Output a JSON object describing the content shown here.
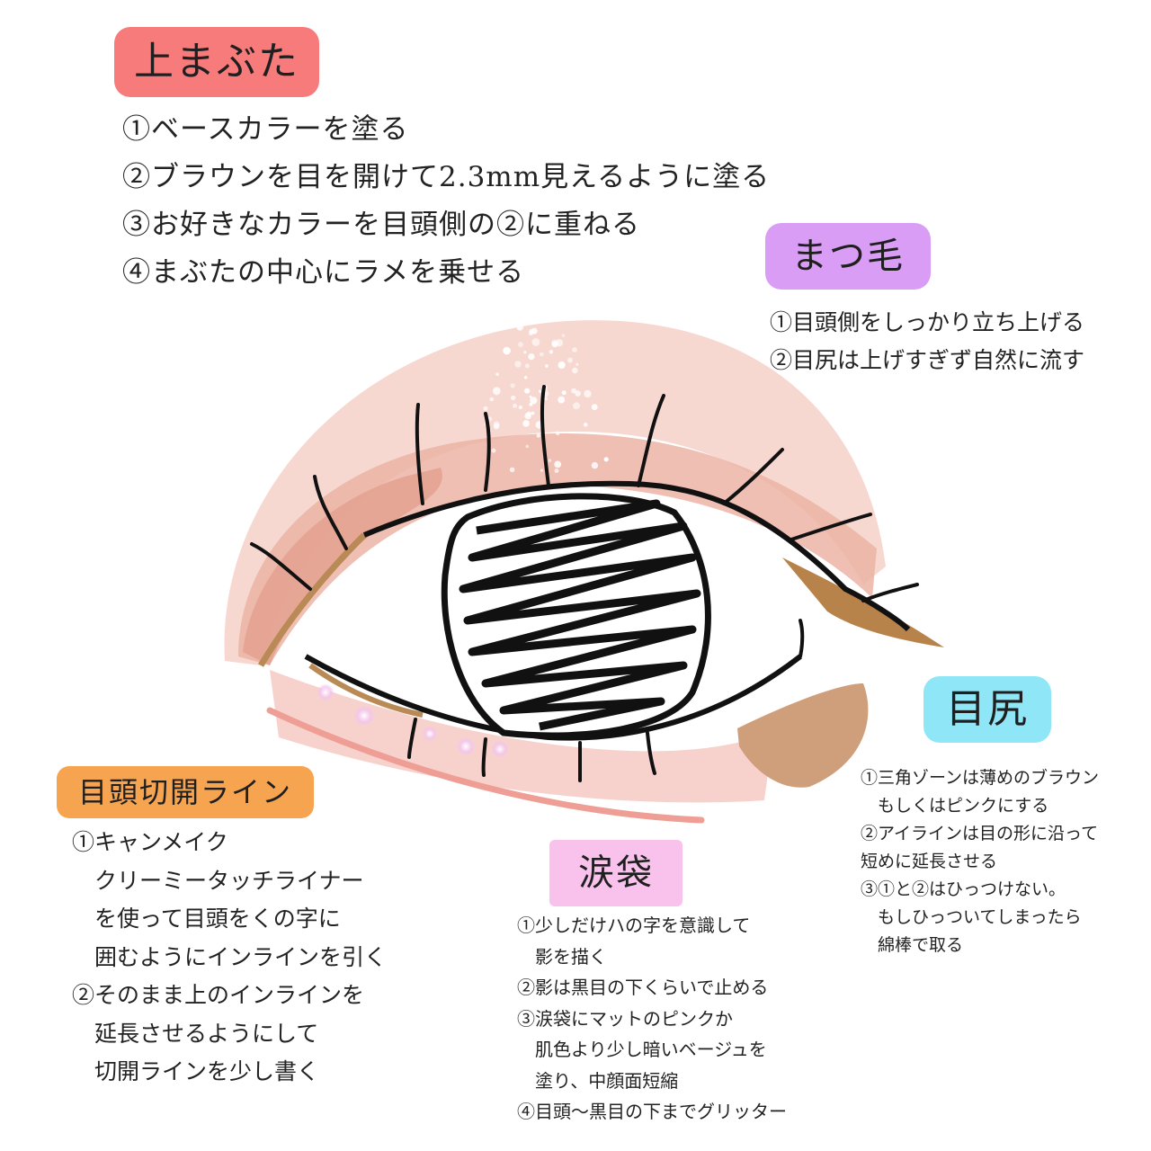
{
  "upper_lid": {
    "title": "上まぶた",
    "lines": [
      "①ベースカラーを塗る",
      "②ブラウンを目を開けて2.3mm見えるように塗る",
      "③お好きなカラーを目頭側の②に重ねる",
      "④まぶたの中心にラメを乗せる"
    ]
  },
  "lashes": {
    "title": "まつ毛",
    "lines": [
      "①目頭側をしっかり立ち上げる",
      "②目尻は上げすぎず自然に流す"
    ]
  },
  "outer_corner": {
    "title": "目尻",
    "lines": [
      "①三角ゾーンは薄めのブラウン",
      "　もしくはピンクにする",
      "②アイラインは目の形に沿って",
      "短めに延長させる",
      "③①と②はひっつけない。",
      "　もしひっついてしまったら",
      "　綿棒で取る"
    ]
  },
  "inner_corner": {
    "title": "目頭切開ライン",
    "lines": [
      "①キャンメイク",
      "　クリーミータッチライナー",
      "　を使って目頭をくの字に",
      "　囲むようにインラインを引く",
      "②そのまま上のインラインを",
      "　延長させるようにして",
      "　切開ラインを少し書く"
    ]
  },
  "tear_bag": {
    "title": "涙袋",
    "lines": [
      "①少しだけハの字を意識して",
      "　影を描く",
      "②影は黒目の下くらいで止める",
      "③涙袋にマットのピンクか",
      "　肌色より少し暗いベージュを",
      "　塗り、中顔面短縮",
      "④目頭〜黒目の下までグリッター"
    ]
  },
  "colors": {
    "upper_tag": "#f77b7b",
    "lashes_tag": "#d99df5",
    "outer_tag": "#8fe6f7",
    "inner_tag": "#f7a451",
    "tear_tag": "#f8c2ec",
    "base_pink": "#f6d3cc",
    "mid_pink": "#eab0a0",
    "brown": "#c49060"
  }
}
